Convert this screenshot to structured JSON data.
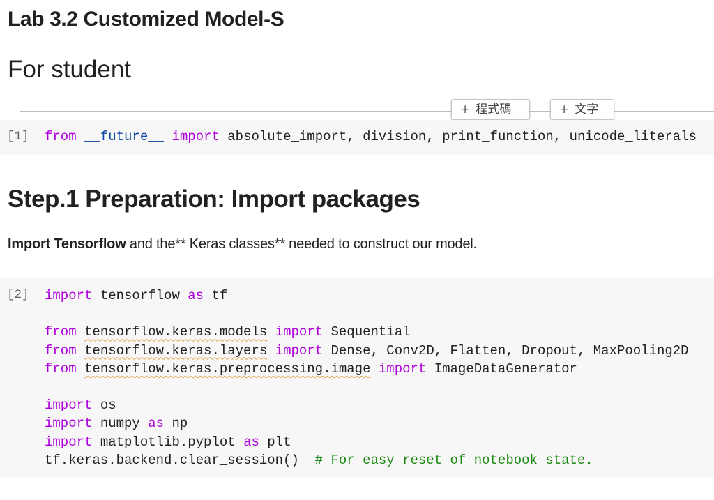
{
  "title": "Lab 3.2 Customized Model-S",
  "subtitle": "For student",
  "toolbar": {
    "add_code_plus": "+",
    "add_code_label": "程式碼",
    "add_text_plus": "+",
    "add_text_label": "文字"
  },
  "cell1": {
    "prompt": "[1]",
    "lines": [
      [
        {
          "t": "from",
          "c": "kw"
        },
        {
          "t": " ",
          "c": ""
        },
        {
          "t": "__future__",
          "c": "mod"
        },
        {
          "t": " ",
          "c": ""
        },
        {
          "t": "import",
          "c": "kw"
        },
        {
          "t": " absolute_import, division, print_function, unicode_literals",
          "c": ""
        }
      ]
    ]
  },
  "step_heading": "Step.1 Preparation: Import packages",
  "paragraph": {
    "bold_part": "Import Tensorflow",
    "rest_part": " and the** Keras classes** needed to construct our model."
  },
  "cell2": {
    "prompt": "[2]",
    "lines": [
      [
        {
          "t": "import",
          "c": "kw"
        },
        {
          "t": " tensorflow ",
          "c": ""
        },
        {
          "t": "as",
          "c": "kw"
        },
        {
          "t": " tf",
          "c": ""
        }
      ],
      [],
      [
        {
          "t": "from",
          "c": "kw"
        },
        {
          "t": " ",
          "c": ""
        },
        {
          "t": "tensorflow.keras.models",
          "c": "squig"
        },
        {
          "t": " ",
          "c": ""
        },
        {
          "t": "import",
          "c": "kw"
        },
        {
          "t": " Sequential",
          "c": ""
        }
      ],
      [
        {
          "t": "from",
          "c": "kw"
        },
        {
          "t": " ",
          "c": ""
        },
        {
          "t": "tensorflow.keras.layers",
          "c": "squig"
        },
        {
          "t": " ",
          "c": ""
        },
        {
          "t": "import",
          "c": "kw"
        },
        {
          "t": " Dense, Conv2D, Flatten, Dropout, MaxPooling2D",
          "c": ""
        }
      ],
      [
        {
          "t": "from",
          "c": "kw"
        },
        {
          "t": " ",
          "c": ""
        },
        {
          "t": "tensorflow.keras.preprocessing.image",
          "c": "squig"
        },
        {
          "t": " ",
          "c": ""
        },
        {
          "t": "import",
          "c": "kw"
        },
        {
          "t": " ImageDataGenerator",
          "c": ""
        }
      ],
      [],
      [
        {
          "t": "import",
          "c": "kw"
        },
        {
          "t": " os",
          "c": ""
        }
      ],
      [
        {
          "t": "import",
          "c": "kw"
        },
        {
          "t": " numpy ",
          "c": ""
        },
        {
          "t": "as",
          "c": "kw"
        },
        {
          "t": " np",
          "c": ""
        }
      ],
      [
        {
          "t": "import",
          "c": "kw"
        },
        {
          "t": " matplotlib.pyplot ",
          "c": ""
        },
        {
          "t": "as",
          "c": "kw"
        },
        {
          "t": " plt",
          "c": ""
        }
      ],
      [
        {
          "t": "tf.keras.backend.clear_session()  ",
          "c": ""
        },
        {
          "t": "# For easy reset of notebook state.",
          "c": "cm"
        }
      ]
    ]
  },
  "colors": {
    "keyword": "#af00db",
    "module": "#0d47a1",
    "comment": "#1b8a12",
    "cell_bg": "#f7f7f7"
  }
}
